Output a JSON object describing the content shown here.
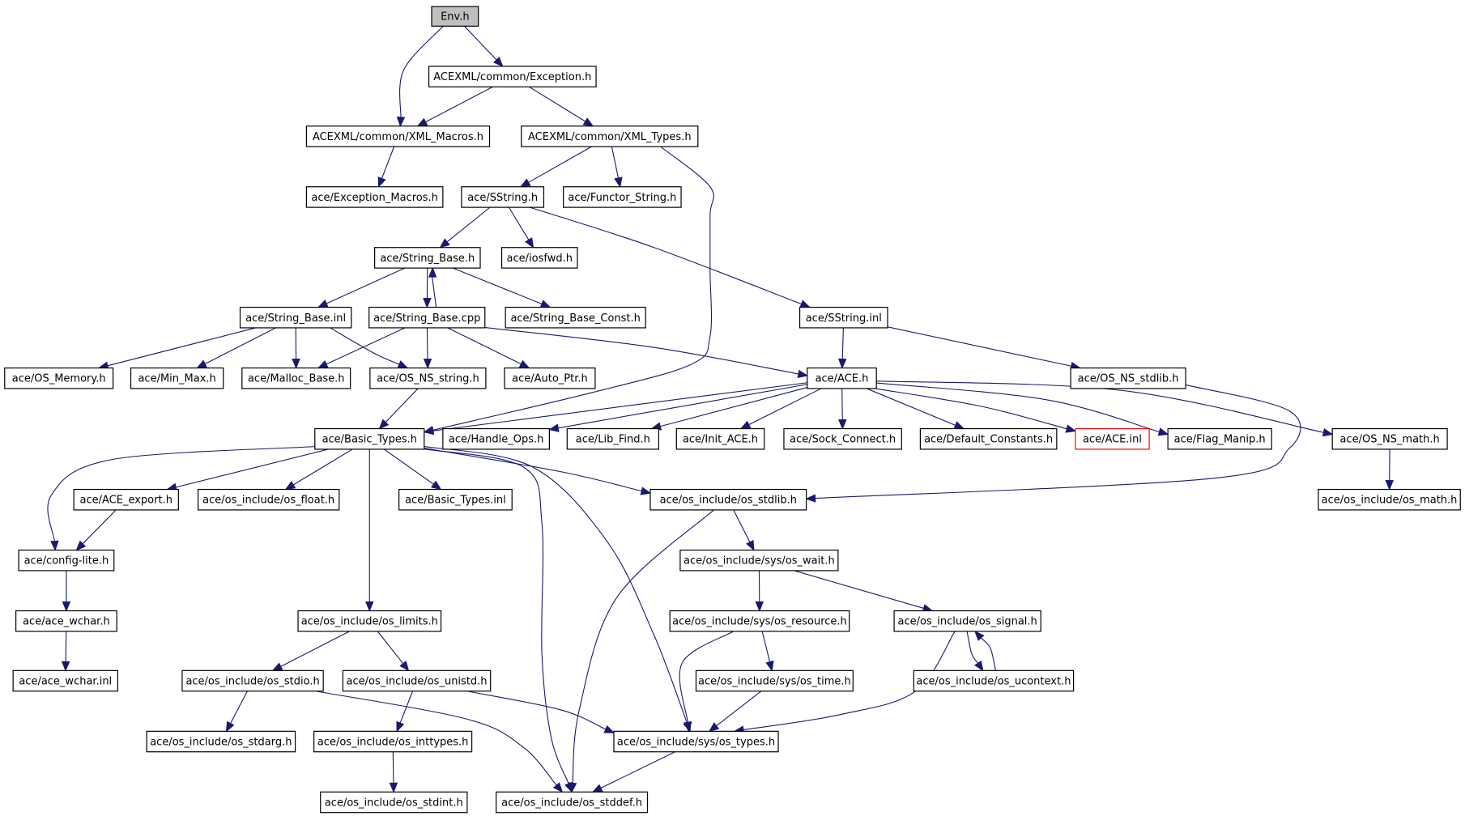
{
  "diagram": {
    "type": "include-dependency-graph",
    "colors": {
      "edge": "#191970",
      "box_border": "#000000",
      "root_fill": "#bfbfbf",
      "missing_border": "#ff0000"
    },
    "nodes": [
      {
        "id": "env",
        "label": "Env.h",
        "style": "root"
      },
      {
        "id": "exc",
        "label": "ACEXML/common/Exception.h"
      },
      {
        "id": "xmlmacros",
        "label": "ACEXML/common/XML_Macros.h"
      },
      {
        "id": "xmltypes",
        "label": "ACEXML/common/XML_Types.h"
      },
      {
        "id": "excmacros",
        "label": "ace/Exception_Macros.h"
      },
      {
        "id": "sstring",
        "label": "ace/SString.h"
      },
      {
        "id": "functor",
        "label": "ace/Functor_String.h"
      },
      {
        "id": "strbase",
        "label": "ace/String_Base.h"
      },
      {
        "id": "iosfwd",
        "label": "ace/iosfwd.h"
      },
      {
        "id": "strbaseinl",
        "label": "ace/String_Base.inl"
      },
      {
        "id": "strbasecpp",
        "label": "ace/String_Base.cpp"
      },
      {
        "id": "strbaseconst",
        "label": "ace/String_Base_Const.h"
      },
      {
        "id": "sstringinl",
        "label": "ace/SString.inl"
      },
      {
        "id": "osmemory",
        "label": "ace/OS_Memory.h"
      },
      {
        "id": "minmax",
        "label": "ace/Min_Max.h"
      },
      {
        "id": "mallocbase",
        "label": "ace/Malloc_Base.h"
      },
      {
        "id": "osnsstring",
        "label": "ace/OS_NS_string.h"
      },
      {
        "id": "autoptr",
        "label": "ace/Auto_Ptr.h"
      },
      {
        "id": "ace",
        "label": "ace/ACE.h"
      },
      {
        "id": "osnsstdlib",
        "label": "ace/OS_NS_stdlib.h"
      },
      {
        "id": "basictypes",
        "label": "ace/Basic_Types.h"
      },
      {
        "id": "handleops",
        "label": "ace/Handle_Ops.h"
      },
      {
        "id": "libfind",
        "label": "ace/Lib_Find.h"
      },
      {
        "id": "initace",
        "label": "ace/Init_ACE.h"
      },
      {
        "id": "sockconnect",
        "label": "ace/Sock_Connect.h"
      },
      {
        "id": "defconst",
        "label": "ace/Default_Constants.h"
      },
      {
        "id": "aceinl",
        "label": "ace/ACE.inl",
        "style": "missing"
      },
      {
        "id": "flagmanip",
        "label": "ace/Flag_Manip.h"
      },
      {
        "id": "osnsmath",
        "label": "ace/OS_NS_math.h"
      },
      {
        "id": "aceexport",
        "label": "ace/ACE_export.h"
      },
      {
        "id": "osfloat",
        "label": "ace/os_include/os_float.h"
      },
      {
        "id": "basictypesinl",
        "label": "ace/Basic_Types.inl"
      },
      {
        "id": "osstdlib",
        "label": "ace/os_include/os_stdlib.h"
      },
      {
        "id": "osmath",
        "label": "ace/os_include/os_math.h"
      },
      {
        "id": "configlite",
        "label": "ace/config-lite.h"
      },
      {
        "id": "oswait",
        "label": "ace/os_include/sys/os_wait.h"
      },
      {
        "id": "acewchar",
        "label": "ace/ace_wchar.h"
      },
      {
        "id": "oslimits",
        "label": "ace/os_include/os_limits.h"
      },
      {
        "id": "osresource",
        "label": "ace/os_include/sys/os_resource.h"
      },
      {
        "id": "ossignal",
        "label": "ace/os_include/os_signal.h"
      },
      {
        "id": "acewcharinl",
        "label": "ace/ace_wchar.inl"
      },
      {
        "id": "osstdio",
        "label": "ace/os_include/os_stdio.h"
      },
      {
        "id": "osunistd",
        "label": "ace/os_include/os_unistd.h"
      },
      {
        "id": "ostime",
        "label": "ace/os_include/sys/os_time.h"
      },
      {
        "id": "osucontext",
        "label": "ace/os_include/os_ucontext.h"
      },
      {
        "id": "osstdarg",
        "label": "ace/os_include/os_stdarg.h"
      },
      {
        "id": "osinttypes",
        "label": "ace/os_include/os_inttypes.h"
      },
      {
        "id": "ostypes",
        "label": "ace/os_include/sys/os_types.h"
      },
      {
        "id": "osstdint",
        "label": "ace/os_include/os_stdint.h"
      },
      {
        "id": "osstddef",
        "label": "ace/os_include/os_stddef.h"
      }
    ],
    "edges": [
      {
        "from": "env",
        "to": "exc"
      },
      {
        "from": "env",
        "to": "xmlmacros"
      },
      {
        "from": "exc",
        "to": "xmlmacros"
      },
      {
        "from": "exc",
        "to": "xmltypes"
      },
      {
        "from": "xmlmacros",
        "to": "excmacros"
      },
      {
        "from": "xmltypes",
        "to": "sstring"
      },
      {
        "from": "xmltypes",
        "to": "functor"
      },
      {
        "from": "xmltypes",
        "to": "basictypes"
      },
      {
        "from": "sstring",
        "to": "strbase"
      },
      {
        "from": "sstring",
        "to": "iosfwd"
      },
      {
        "from": "sstring",
        "to": "sstringinl"
      },
      {
        "from": "strbase",
        "to": "strbaseinl"
      },
      {
        "from": "strbase",
        "to": "strbasecpp"
      },
      {
        "from": "strbase",
        "to": "strbaseconst"
      },
      {
        "from": "strbasecpp",
        "to": "strbase"
      },
      {
        "from": "strbaseinl",
        "to": "osmemory"
      },
      {
        "from": "strbaseinl",
        "to": "minmax"
      },
      {
        "from": "strbaseinl",
        "to": "mallocbase"
      },
      {
        "from": "strbaseinl",
        "to": "osnsstring"
      },
      {
        "from": "strbasecpp",
        "to": "mallocbase"
      },
      {
        "from": "strbasecpp",
        "to": "osnsstring"
      },
      {
        "from": "strbasecpp",
        "to": "autoptr"
      },
      {
        "from": "strbasecpp",
        "to": "ace"
      },
      {
        "from": "sstringinl",
        "to": "ace"
      },
      {
        "from": "sstringinl",
        "to": "osnsstdlib"
      },
      {
        "from": "osnsstring",
        "to": "basictypes"
      },
      {
        "from": "ace",
        "to": "basictypes"
      },
      {
        "from": "ace",
        "to": "handleops"
      },
      {
        "from": "ace",
        "to": "libfind"
      },
      {
        "from": "ace",
        "to": "initace"
      },
      {
        "from": "ace",
        "to": "sockconnect"
      },
      {
        "from": "ace",
        "to": "defconst"
      },
      {
        "from": "ace",
        "to": "aceinl"
      },
      {
        "from": "ace",
        "to": "flagmanip"
      },
      {
        "from": "ace",
        "to": "osnsmath"
      },
      {
        "from": "osnsstdlib",
        "to": "osstdlib"
      },
      {
        "from": "osnsmath",
        "to": "osmath"
      },
      {
        "from": "basictypes",
        "to": "configlite"
      },
      {
        "from": "basictypes",
        "to": "aceexport"
      },
      {
        "from": "basictypes",
        "to": "osfloat"
      },
      {
        "from": "basictypes",
        "to": "basictypesinl"
      },
      {
        "from": "basictypes",
        "to": "osstdlib"
      },
      {
        "from": "basictypes",
        "to": "oslimits"
      },
      {
        "from": "basictypes",
        "to": "osstddef"
      },
      {
        "from": "basictypes",
        "to": "ostypes"
      },
      {
        "from": "aceexport",
        "to": "configlite"
      },
      {
        "from": "configlite",
        "to": "acewchar"
      },
      {
        "from": "acewchar",
        "to": "acewcharinl"
      },
      {
        "from": "osstdlib",
        "to": "oswait"
      },
      {
        "from": "osstdlib",
        "to": "osstddef"
      },
      {
        "from": "oswait",
        "to": "osresource"
      },
      {
        "from": "oswait",
        "to": "ossignal"
      },
      {
        "from": "osresource",
        "to": "ostime"
      },
      {
        "from": "osresource",
        "to": "ostypes"
      },
      {
        "from": "ostime",
        "to": "ostypes"
      },
      {
        "from": "ossignal",
        "to": "osucontext"
      },
      {
        "from": "osucontext",
        "to": "ossignal"
      },
      {
        "from": "ossignal",
        "to": "ostypes"
      },
      {
        "from": "oslimits",
        "to": "osstdio"
      },
      {
        "from": "oslimits",
        "to": "osunistd"
      },
      {
        "from": "osstdio",
        "to": "osstdarg"
      },
      {
        "from": "osstdio",
        "to": "osstddef"
      },
      {
        "from": "osunistd",
        "to": "osinttypes"
      },
      {
        "from": "osunistd",
        "to": "ostypes"
      },
      {
        "from": "osinttypes",
        "to": "osstdint"
      },
      {
        "from": "ostypes",
        "to": "osstddef"
      }
    ]
  }
}
